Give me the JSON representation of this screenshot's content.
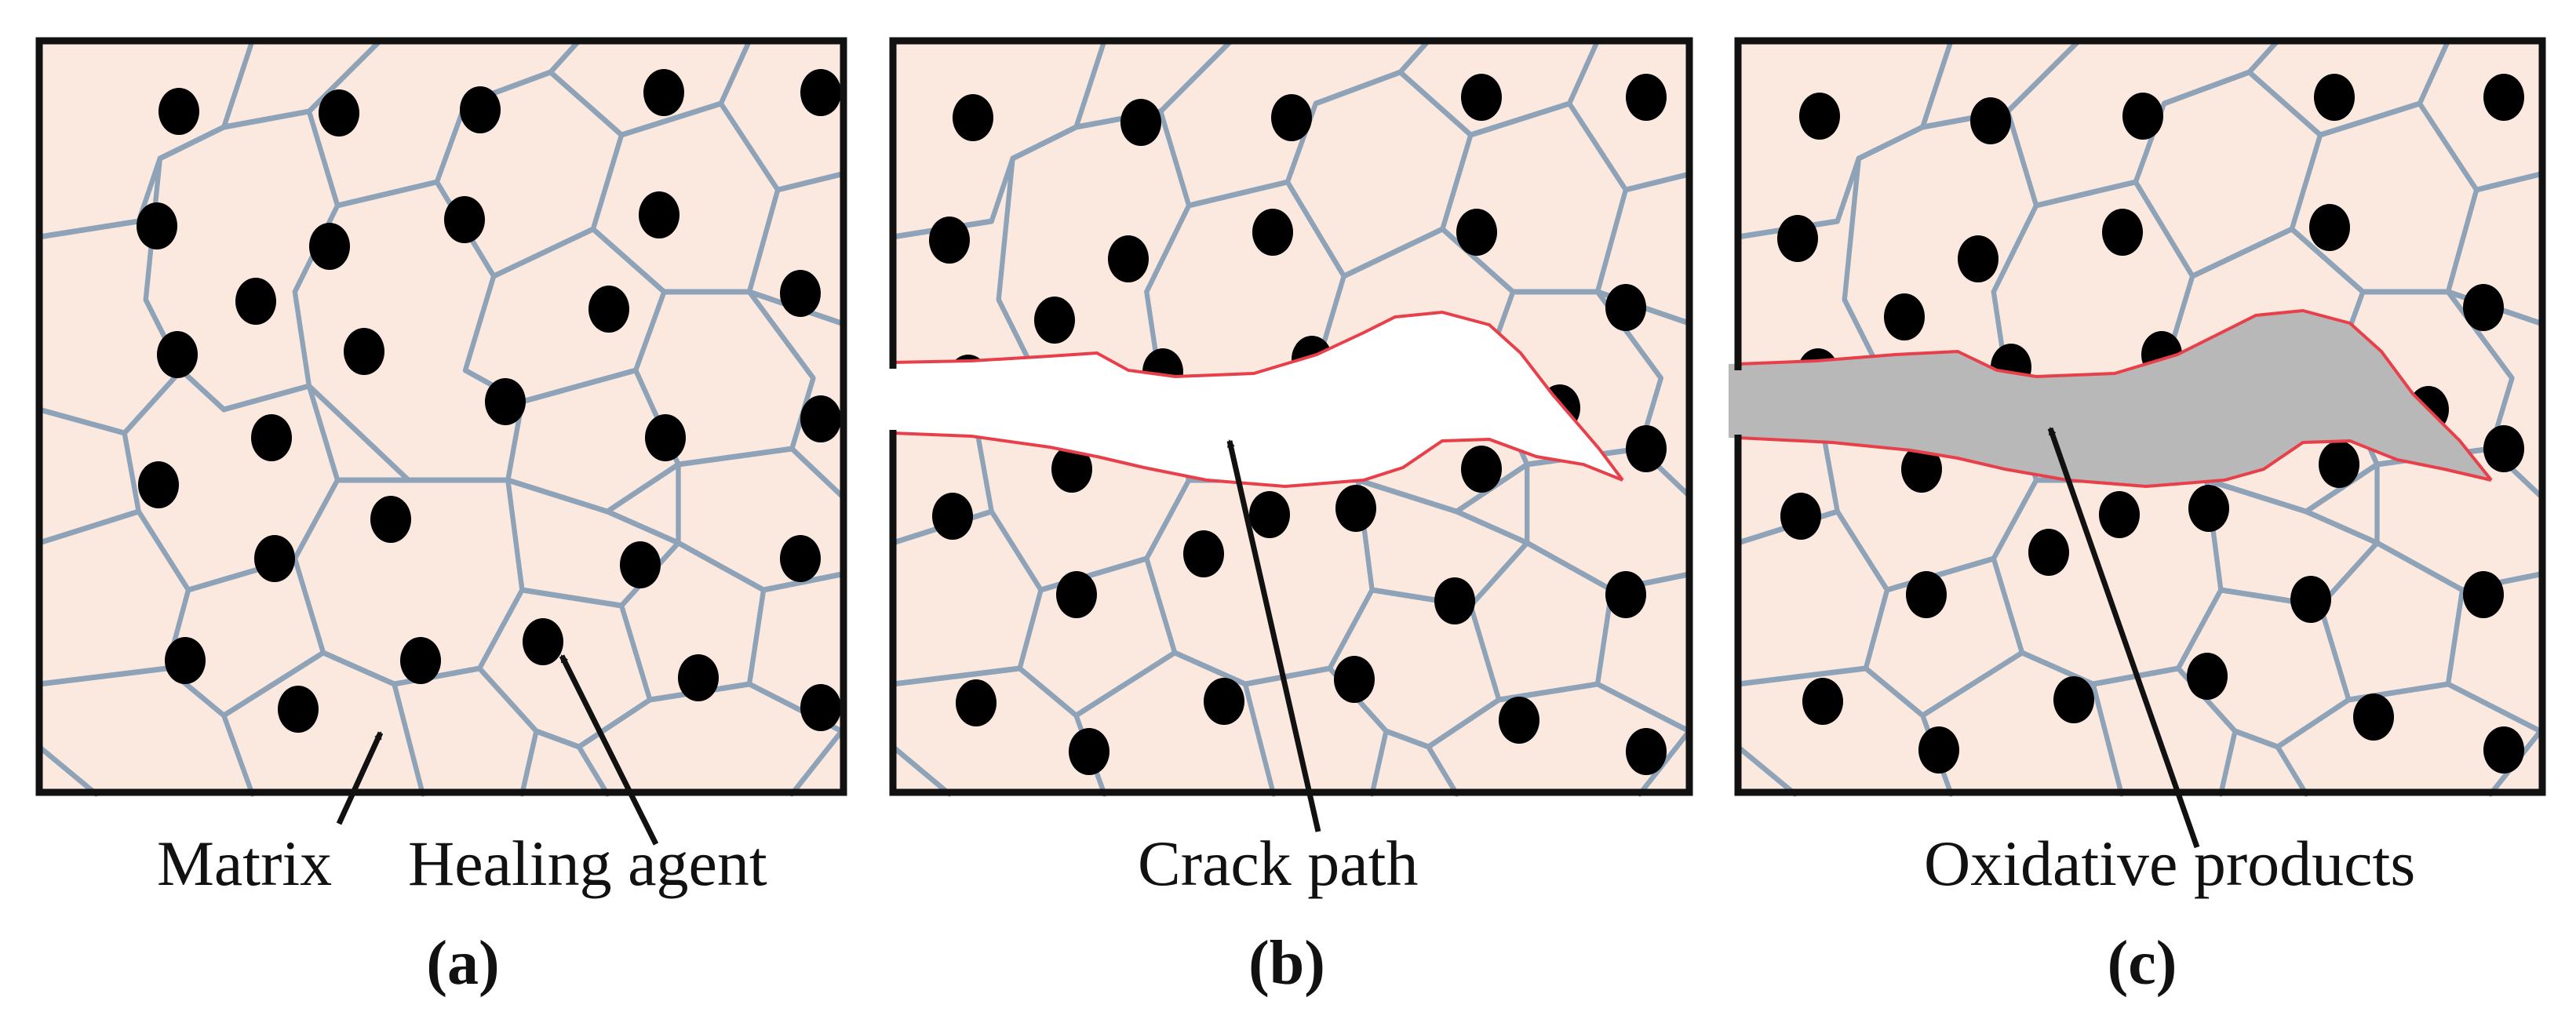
{
  "figure": {
    "panels": [
      {
        "id": "a",
        "sublabel": "(a)",
        "callouts": [
          {
            "text": "Matrix"
          },
          {
            "text": "Healing agent"
          }
        ]
      },
      {
        "id": "b",
        "sublabel": "(b)",
        "callouts": [
          {
            "text": "Crack path"
          }
        ]
      },
      {
        "id": "c",
        "sublabel": "(c)",
        "callouts": [
          {
            "text": "Oxidative products"
          }
        ]
      }
    ],
    "colors": {
      "matrix": "#fbe9df",
      "grain_boundary": "#8ea3b8",
      "healing_agent": "#000000",
      "crack_edge": "#e8404a",
      "oxidative_products": "#b8b8b8",
      "frame": "#111111"
    }
  }
}
